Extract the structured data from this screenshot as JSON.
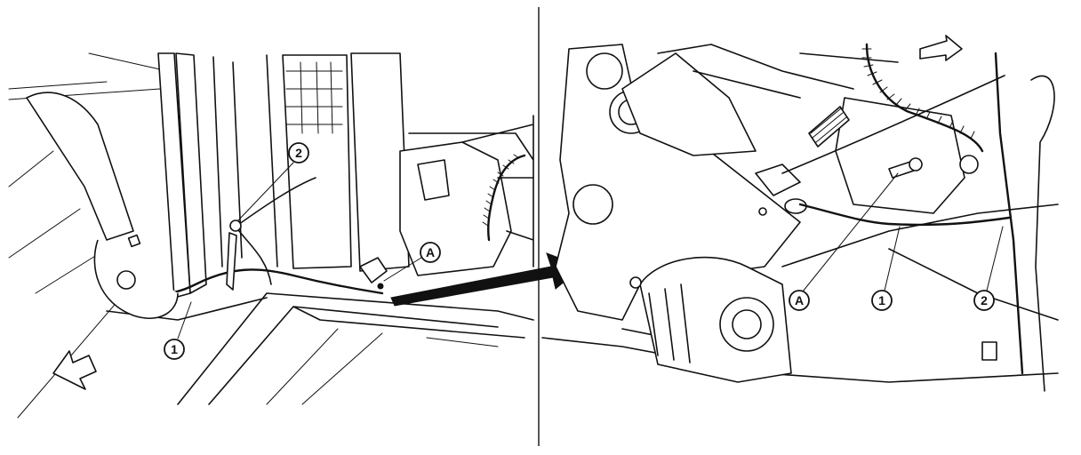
{
  "figure": {
    "left_panel": {
      "callouts": [
        {
          "id": "1",
          "label": "1"
        },
        {
          "id": "2",
          "label": "2"
        },
        {
          "id": "A",
          "label": "A"
        }
      ]
    },
    "right_panel": {
      "callouts": [
        {
          "id": "A",
          "label": "A"
        },
        {
          "id": "1",
          "label": "1"
        },
        {
          "id": "2",
          "label": "2"
        }
      ]
    }
  }
}
